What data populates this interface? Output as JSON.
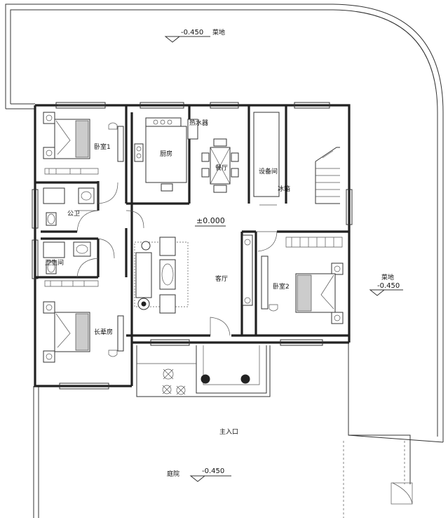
{
  "rooms": {
    "bedroom1": "卧室1",
    "kitchen": "厨房",
    "dining": "餐厅",
    "equipment": "设备间",
    "water_heater": "热水器",
    "fridge": "冰箱",
    "public_bath": "公卫",
    "bathroom": "卫生间",
    "elder_room": "长辈房",
    "living": "客厅",
    "bedroom2": "卧室2",
    "main_entrance": "主入口",
    "courtyard": "庭院",
    "vegetable_plot": "菜地",
    "side_lane": "菜地"
  },
  "elevations": {
    "top": "-0.450",
    "floor": "±0.000",
    "right": "-0.450",
    "courtyard": "-0.450"
  }
}
